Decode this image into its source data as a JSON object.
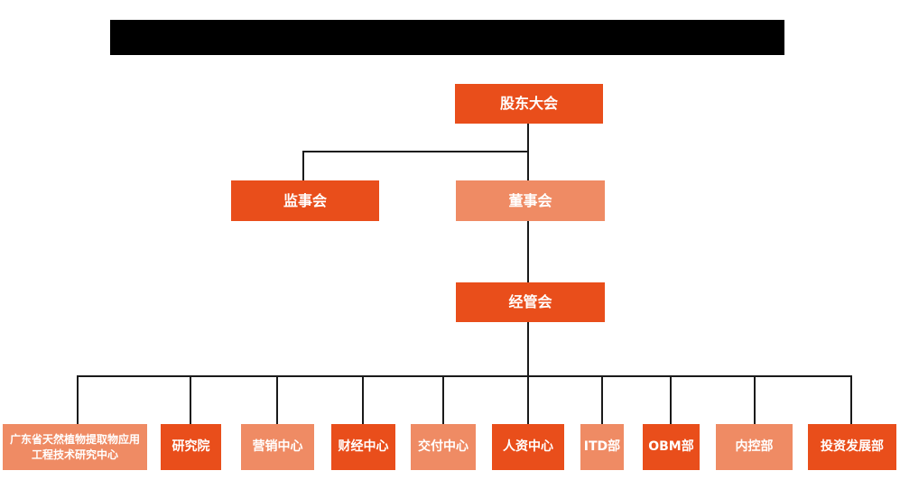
{
  "colors": {
    "primary_orange": "#E94E1B",
    "light_orange": "#EF8B64",
    "connector": "#1a1a1a",
    "redacted_bar": "#000000",
    "box_text": "#ffffff",
    "page_bg": "#ffffff"
  },
  "org_chart": {
    "title_redacted": true,
    "levels": {
      "level1": {
        "label": "股东大会"
      },
      "level2": [
        {
          "label": "监事会"
        },
        {
          "label": "董事会"
        }
      ],
      "level3": {
        "label": "经管会"
      }
    },
    "departments": [
      {
        "label": "广东省天然植物提取物应用工程技术研究中心"
      },
      {
        "label": "研究院"
      },
      {
        "label": "营销中心"
      },
      {
        "label": "财经中心"
      },
      {
        "label": "交付中心"
      },
      {
        "label": "人资中心"
      },
      {
        "label": "ITD部"
      },
      {
        "label": "OBM部"
      },
      {
        "label": "内控部"
      },
      {
        "label": "投资发展部"
      }
    ]
  }
}
